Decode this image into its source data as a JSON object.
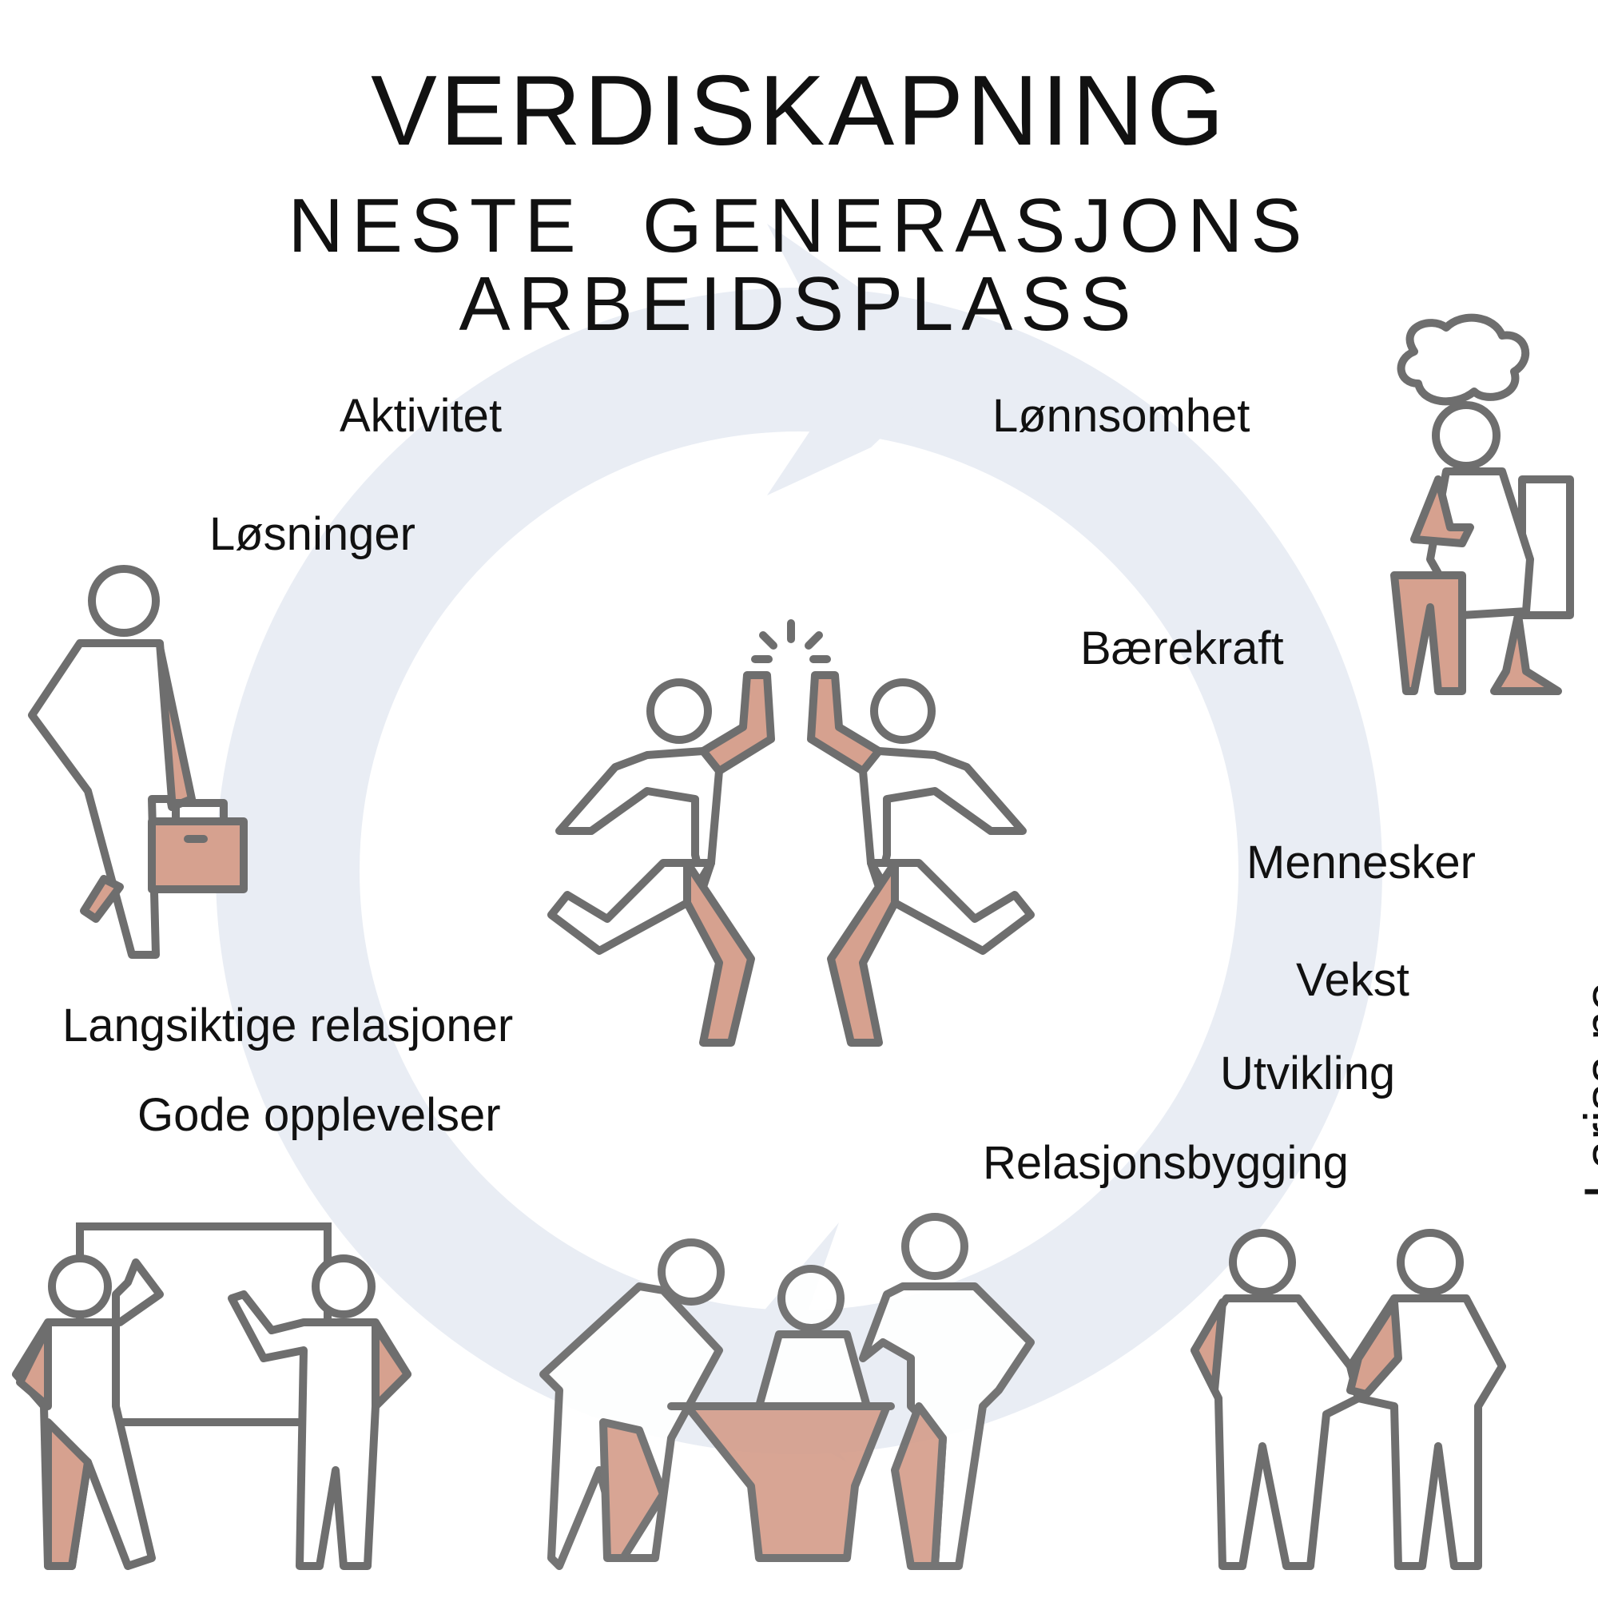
{
  "title": "VERDISKAPNING",
  "subtitle_line1": "NESTE  GENERASJONS",
  "subtitle_line2": "ARBEIDSPLASS",
  "brand": "Larisa.no",
  "keywords": {
    "aktivitet": "Aktivitet",
    "lonnsomhet": "Lønnsomhet",
    "losninger": "Løsninger",
    "baerekraft": "Bærekraft",
    "mennesker": "Mennesker",
    "vekst": "Vekst",
    "utvikling": "Utvikling",
    "relasjonsbygging": "Relasjonsbygging",
    "langsiktige": "Langsiktige relasjoner",
    "gode": "Gode opplevelser"
  },
  "colors": {
    "cycle_arrow": "#e9edf4",
    "figure_outline": "#6e6e6e",
    "skin_accent": "#d6a18f",
    "text": "#111111"
  }
}
